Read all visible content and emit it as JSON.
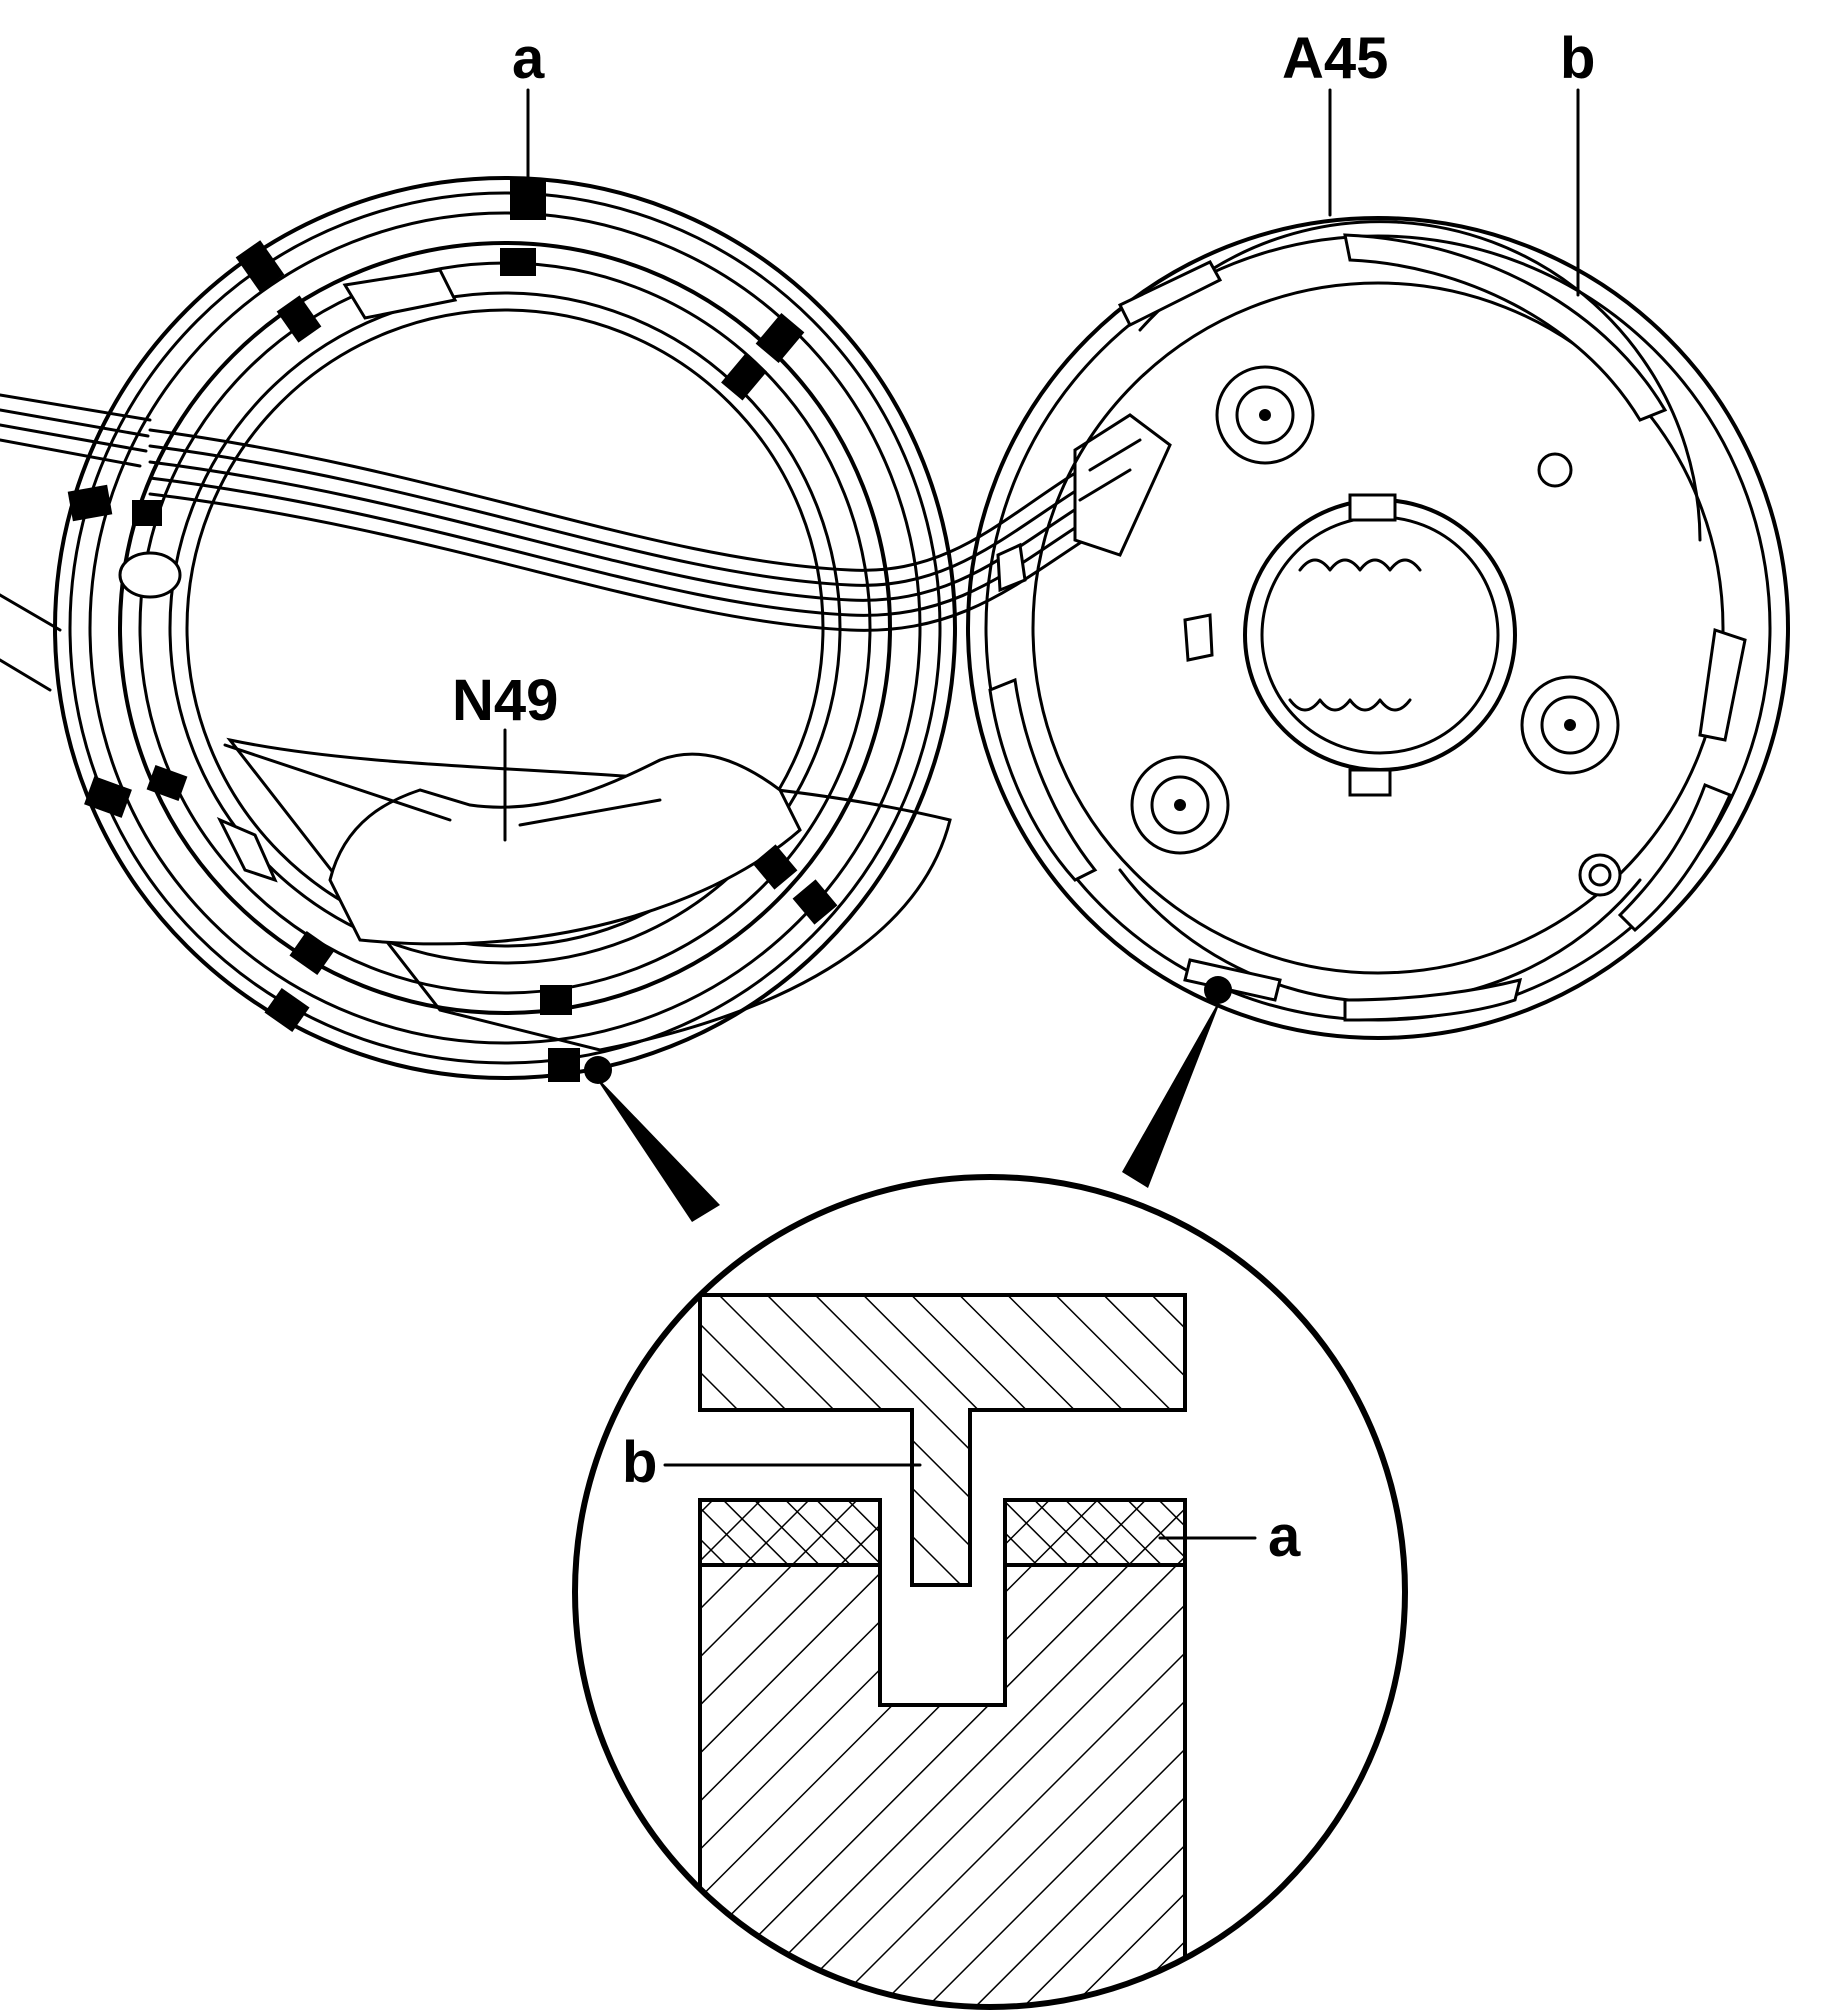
{
  "labels": {
    "top_a": "a",
    "top_a45": "A45",
    "top_b": "b",
    "n49": "N49",
    "detail_b": "b",
    "detail_a": "a"
  },
  "colors": {
    "ink": "#000000",
    "paper": "#ffffff"
  }
}
